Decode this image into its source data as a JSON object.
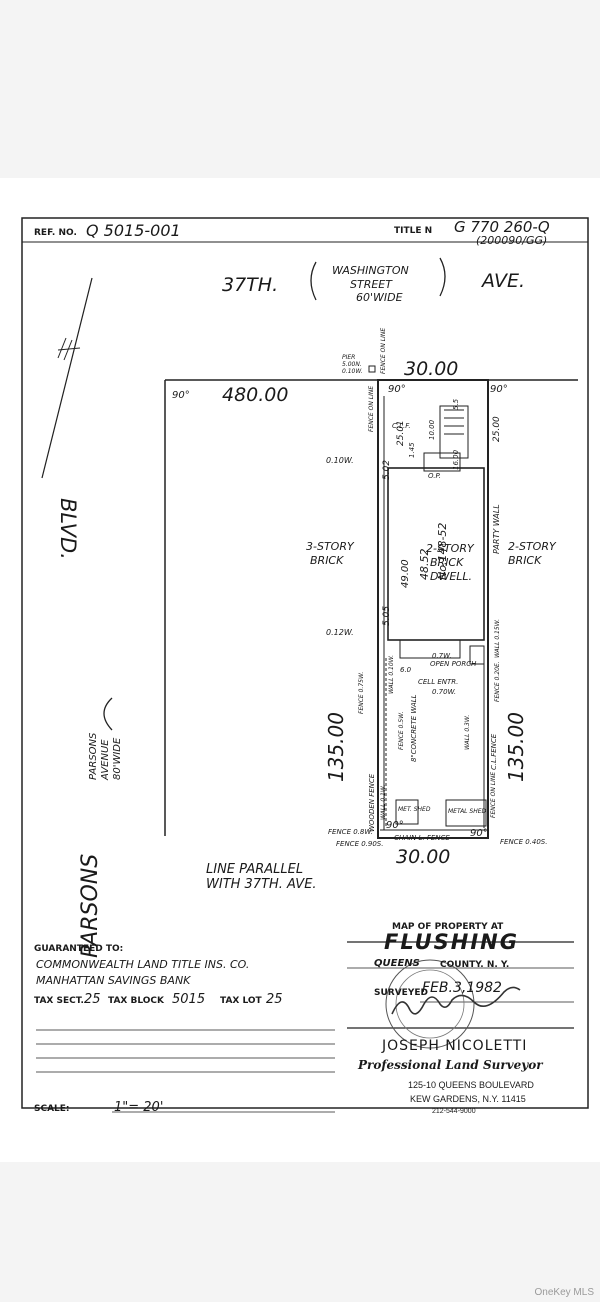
{
  "header": {
    "ref_label": "REF. NO.",
    "ref_value": "Q 5015-001",
    "title_label": "TITLE N",
    "title_value": "G 770 260-Q",
    "title_sub": "(200090/GG)"
  },
  "streets": {
    "north_prefix": "37TH.",
    "north_name_1": "WASHINGTON",
    "north_name_2": "STREET",
    "north_name_3": "60'WIDE",
    "north_suffix": "AVE.",
    "west_name": "PARSONS",
    "west_sub_1": "PARSONS",
    "west_sub_2": "AVENUE",
    "west_sub_3": "80'WIDE",
    "west_suffix": "BLVD."
  },
  "plot": {
    "dim_north_block": "480.00",
    "dim_north_lot": "30.00",
    "dim_south_lot": "30.00",
    "dim_west": "135.00",
    "dim_east": "135.00",
    "angle_nw": "90°",
    "angle_lot_nw": "90°",
    "angle_ne": "90°",
    "angle_sw": "90°",
    "angle_se": "90°",
    "house_number": "No.148-52",
    "house_label_1": "2-STORY",
    "house_label_2": "BRICK",
    "house_label_3": "DWELL.",
    "left_bldg_1": "3-STORY",
    "left_bldg_2": "BRICK",
    "right_bldg_1": "2-STORY",
    "right_bldg_2": "BRICK",
    "party_wall": "PARTY WALL",
    "open_porch": "OPEN PORCH",
    "op": "O.P.",
    "cell_entr": "CELL ENTR.",
    "pier": "PIER",
    "pier_2": "5.00N.",
    "pier_3": "0.10W.",
    "fence_on_line": "FENCE ON LINE",
    "fence_top": "FENCE ON LINE",
    "clf": "C.L.F.",
    "dim_2501": "25.01",
    "dim_2500": "25.00",
    "dim_1000": "10.00",
    "dim_1600": "16.00",
    "dim_55": "5.5",
    "dim_145": "1.45",
    "dim_502": "5.02",
    "dim_4900": "49.00",
    "dim_4852": "48.52",
    "dim_505": "5.05",
    "off_010w": "0.10W.",
    "off_012w": "0.12W.",
    "off_07w": "0.7W.",
    "off_070w": "0.70W.",
    "dim_60": "6.0",
    "wall_015w": "WALL 0.15W.",
    "fence_020e": "FENCE 0.20E.",
    "wall_010w": "WALL 0.10W.",
    "fence_075w": "FENCE 0.75W.",
    "fence_05w": "FENCE 0.5W.",
    "concrete_wall": "8\"CONCRETE WALL",
    "wall_03w": "WALL 0.3W.",
    "clfence": "C.L.FENCE",
    "fence_online2": "FENCE ON LINE",
    "wooden_fence": "WOODEN FENCE",
    "wall_01w": "WALL 0.1W.",
    "met_shed_l": "MET. SHED",
    "met_shed_r": "METAL SHED",
    "fence_sw": "FENCE 0.8W.",
    "fence_sw2": "FENCE 0.90S.",
    "chain_fence": "CHAIN L. FENCE",
    "fence_se": "FENCE 0.40S.",
    "line_parallel_1": "LINE PARALLEL",
    "line_parallel_2": "WITH 37TH. AVE."
  },
  "footer": {
    "guaranteed_label": "GUARANTEED TO:",
    "guaranteed_1": "COMMONWEALTH LAND TITLE INS. CO.",
    "guaranteed_2": "MANHATTAN SAVINGS BANK",
    "tax_sect_label": "TAX SECT.",
    "tax_sect_value": "25",
    "tax_block_label": "TAX BLOCK",
    "tax_block_value": "5015",
    "tax_lot_label": "TAX LOT",
    "tax_lot_value": "25",
    "scale_label": "SCALE:",
    "scale_value": "1\"= 20'",
    "map_of": "MAP OF PROPERTY AT",
    "town": "FLUSHING",
    "county_1": "QUEENS",
    "county_2": "COUNTY. N. Y.",
    "surveyed_label": "SURVEYED",
    "surveyed_date": "FEB.3,1982",
    "surveyor_name": "JOSEPH NICOLETTI",
    "surveyor_title": "Professional Land Surveyor",
    "address_1": "125-10 QUEENS BOULEVARD",
    "address_2": "KEW GARDENS, N.Y. 11415",
    "phone": "212-544-9000"
  },
  "watermark": "OneKey MLS"
}
